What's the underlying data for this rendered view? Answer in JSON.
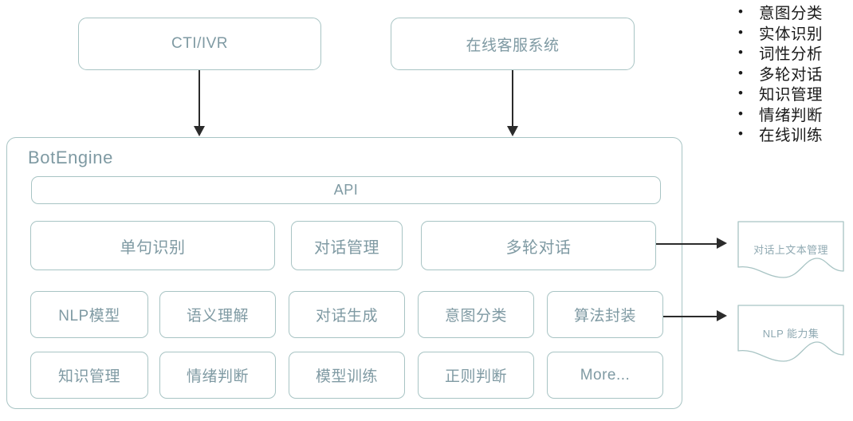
{
  "sources": [
    {
      "id": "cti-ivr",
      "label": "CTI/IVR"
    },
    {
      "id": "online-service",
      "label": "在线客服系统"
    }
  ],
  "botengine": {
    "title": "BotEngine",
    "api_label": "API",
    "row1": [
      {
        "id": "single-sentence-recognition",
        "label": "单句识别"
      },
      {
        "id": "dialog-management",
        "label": "对话管理"
      },
      {
        "id": "multi-turn-dialog",
        "label": "多轮对话"
      }
    ],
    "row2": [
      {
        "id": "nlp-model",
        "label": "NLP模型"
      },
      {
        "id": "semantic-understanding",
        "label": "语义理解"
      },
      {
        "id": "dialog-generation",
        "label": "对话生成"
      },
      {
        "id": "intent-classification",
        "label": "意图分类"
      },
      {
        "id": "algorithm-encapsulation",
        "label": "算法封装"
      }
    ],
    "row3": [
      {
        "id": "knowledge-management",
        "label": "知识管理"
      },
      {
        "id": "emotion-judgement",
        "label": "情绪判断"
      },
      {
        "id": "model-training",
        "label": "模型训练"
      },
      {
        "id": "regex-judgement",
        "label": "正则判断"
      },
      {
        "id": "more",
        "label": "More..."
      }
    ]
  },
  "documents": [
    {
      "id": "dialog-context-management",
      "label": "对话上文本管理"
    },
    {
      "id": "nlp-capability-set",
      "label": "NLP 能力集"
    }
  ],
  "capability_list": {
    "bullet": "•",
    "items": [
      "意图分类",
      "实体识别",
      "词性分析",
      "多轮对话",
      "知识管理",
      "情绪判断",
      "在线训练"
    ]
  },
  "colors": {
    "border": "#a8c4c4",
    "text": "#7f9aa3",
    "arrow": "#2b2b2b",
    "bullet_text": "#1a1a1a",
    "background": "#ffffff"
  }
}
